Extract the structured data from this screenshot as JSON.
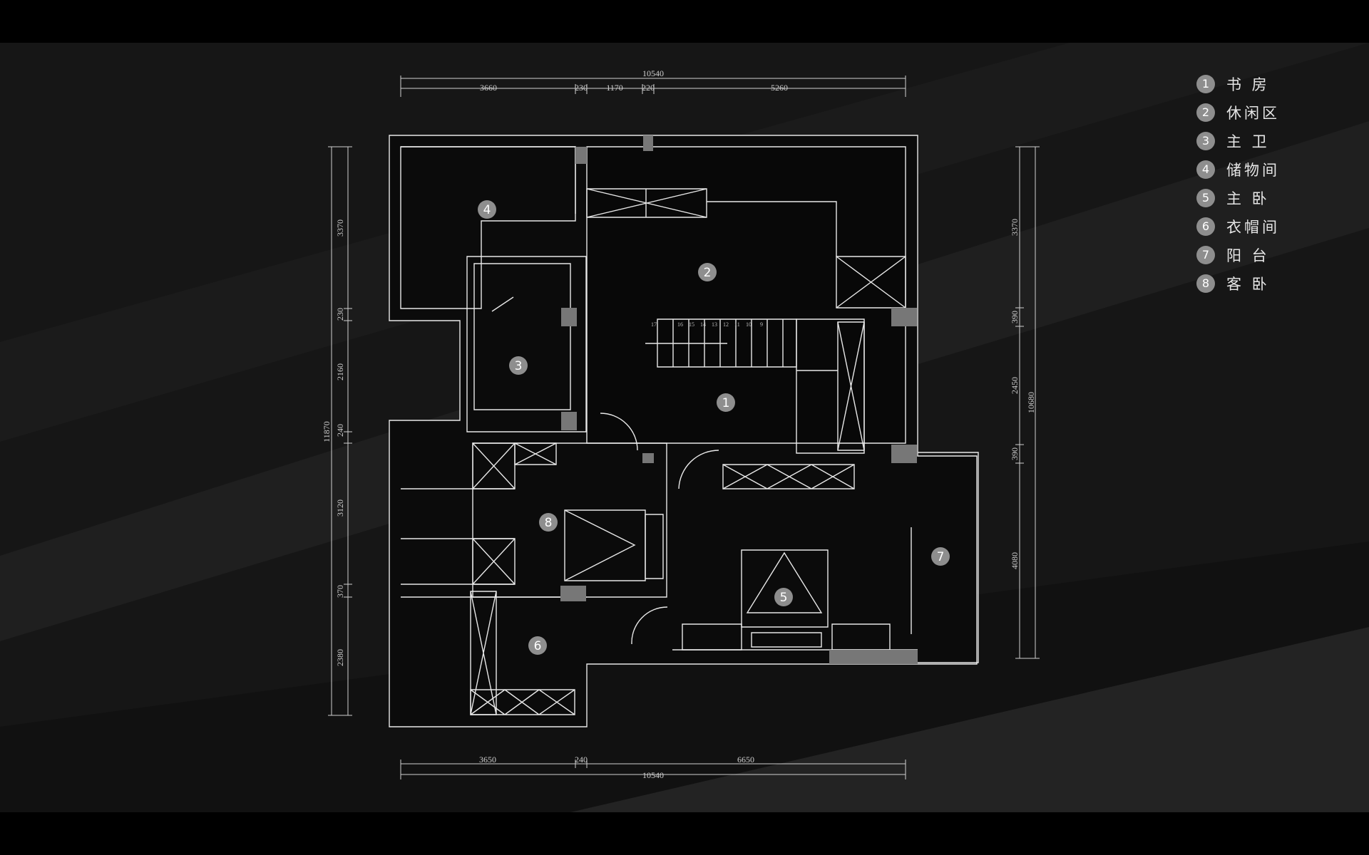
{
  "legend": [
    {
      "num": "1",
      "label": "书 房"
    },
    {
      "num": "2",
      "label": "休闲区"
    },
    {
      "num": "3",
      "label": "主 卫"
    },
    {
      "num": "4",
      "label": "储物间"
    },
    {
      "num": "5",
      "label": "主 卧"
    },
    {
      "num": "6",
      "label": "衣帽间"
    },
    {
      "num": "7",
      "label": "阳 台"
    },
    {
      "num": "8",
      "label": "客 卧"
    }
  ],
  "dimensions": {
    "top_total": "10540",
    "top_segments": [
      "3660",
      "230",
      "1170",
      "220",
      "5260"
    ],
    "bottom_segments": [
      "3650",
      "240",
      "6650"
    ],
    "bottom_total": "10540",
    "left_total": "11870",
    "left_segments": [
      "3370",
      "230",
      "2160",
      "240",
      "3120",
      "370",
      "2380"
    ],
    "right_total": "10680",
    "right_segments": [
      "3370",
      "390",
      "2450",
      "390",
      "4080"
    ]
  },
  "stair_numbers": [
    "17",
    "16",
    "15",
    "14",
    "13",
    "12",
    "11",
    "10",
    "9"
  ],
  "colors": {
    "line": "#e8e8e8",
    "room_fill": "#0a0a0a",
    "background": "#161616",
    "badge": "#8e8e8e"
  }
}
